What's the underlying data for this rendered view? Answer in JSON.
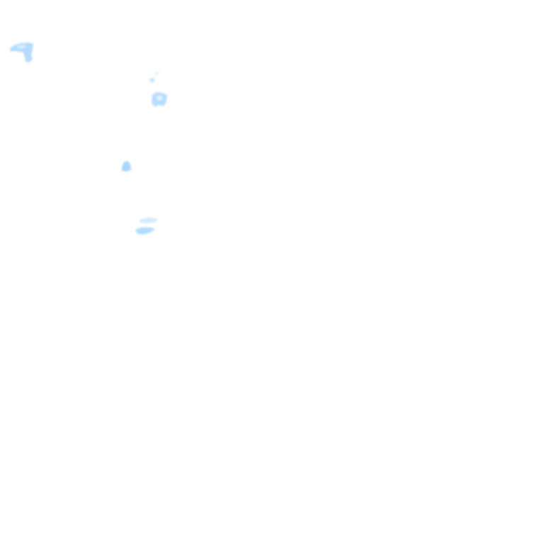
{
  "map": {
    "base_color": "#ffffff",
    "water_color": "#b3dcff",
    "water_light_color": "#d4ebff",
    "features": [
      {
        "id": "water-patch-1",
        "kind": "water-body"
      },
      {
        "id": "water-patch-2",
        "kind": "water-body"
      },
      {
        "id": "water-patch-3",
        "kind": "water-body"
      },
      {
        "id": "water-patch-4",
        "kind": "water-body"
      },
      {
        "id": "water-patch-5",
        "kind": "water-body"
      }
    ]
  }
}
